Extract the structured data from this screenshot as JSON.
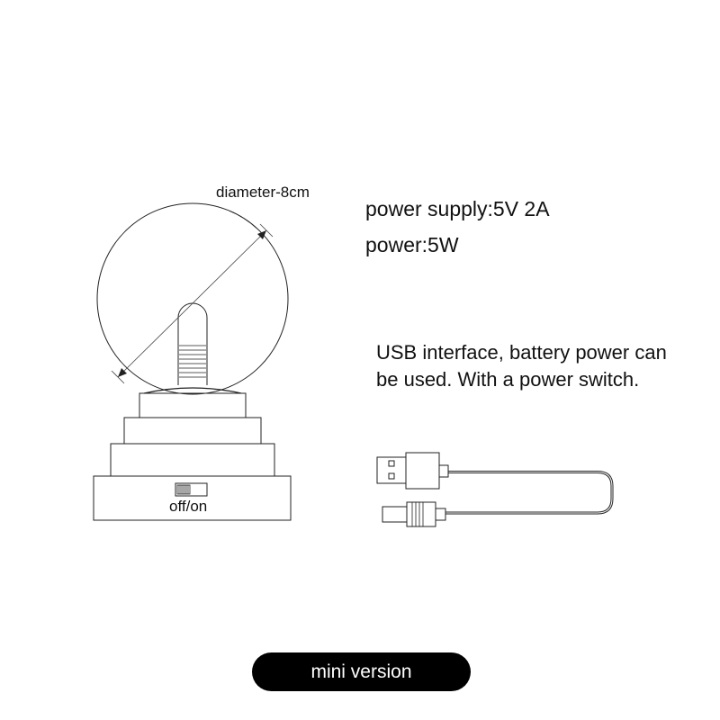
{
  "diagram": {
    "diameter_label": "diameter-8cm",
    "switch_label": "off/on"
  },
  "specs": {
    "supply": "power supply:5V 2A",
    "power": "power:5W"
  },
  "usb_note": {
    "line1": "USB interface, battery power can",
    "line2": "be used. With a power switch."
  },
  "badge": {
    "label": "mini version"
  },
  "colors": {
    "stroke": "#222222",
    "badge_bg": "#000000",
    "badge_text": "#ffffff"
  }
}
